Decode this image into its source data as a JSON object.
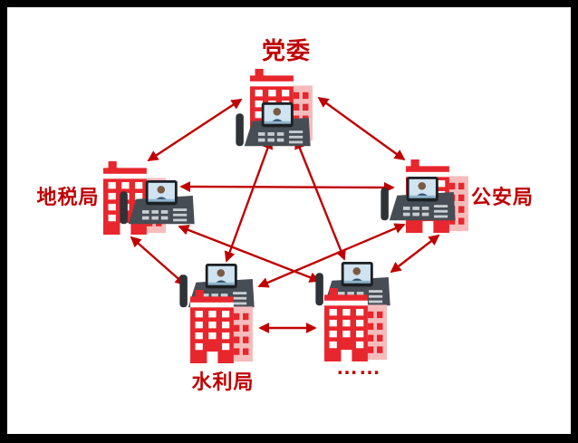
{
  "frame": {
    "border_color": "#000000",
    "canvas_background": "#ffffff"
  },
  "diagram": {
    "type": "full-mesh-network",
    "nodes": [
      {
        "id": "party-committee",
        "label": "党委",
        "position": "top",
        "icons": [
          "building-icon",
          "video-phone-icon"
        ]
      },
      {
        "id": "local-tax-bureau",
        "label": "地税局",
        "position": "left",
        "icons": [
          "building-icon",
          "video-phone-icon"
        ]
      },
      {
        "id": "public-security-bureau",
        "label": "公安局",
        "position": "right",
        "icons": [
          "building-icon",
          "video-phone-icon"
        ]
      },
      {
        "id": "water-resources-bureau",
        "label": "水利局",
        "position": "bottom-left",
        "icons": [
          "building-icon",
          "video-phone-icon"
        ]
      },
      {
        "id": "others",
        "label": "……",
        "position": "bottom-right",
        "icons": [
          "building-icon",
          "video-phone-icon"
        ]
      }
    ],
    "connections": [
      {
        "from": "party-committee",
        "to": "local-tax-bureau",
        "bidirectional": true
      },
      {
        "from": "party-committee",
        "to": "public-security-bureau",
        "bidirectional": true
      },
      {
        "from": "party-committee",
        "to": "water-resources-bureau",
        "bidirectional": true
      },
      {
        "from": "party-committee",
        "to": "others",
        "bidirectional": true
      },
      {
        "from": "local-tax-bureau",
        "to": "public-security-bureau",
        "bidirectional": true
      },
      {
        "from": "local-tax-bureau",
        "to": "water-resources-bureau",
        "bidirectional": true
      },
      {
        "from": "local-tax-bureau",
        "to": "others",
        "bidirectional": true
      },
      {
        "from": "public-security-bureau",
        "to": "water-resources-bureau",
        "bidirectional": true
      },
      {
        "from": "public-security-bureau",
        "to": "others",
        "bidirectional": true
      },
      {
        "from": "water-resources-bureau",
        "to": "others",
        "bidirectional": true
      }
    ],
    "colors": {
      "building": "#e8262d",
      "building-light": "#f6bcbc",
      "arrow": "#c00000",
      "label": "#c00000",
      "phone-body": "#474d54",
      "phone-screen": "#cfe3f0"
    }
  }
}
